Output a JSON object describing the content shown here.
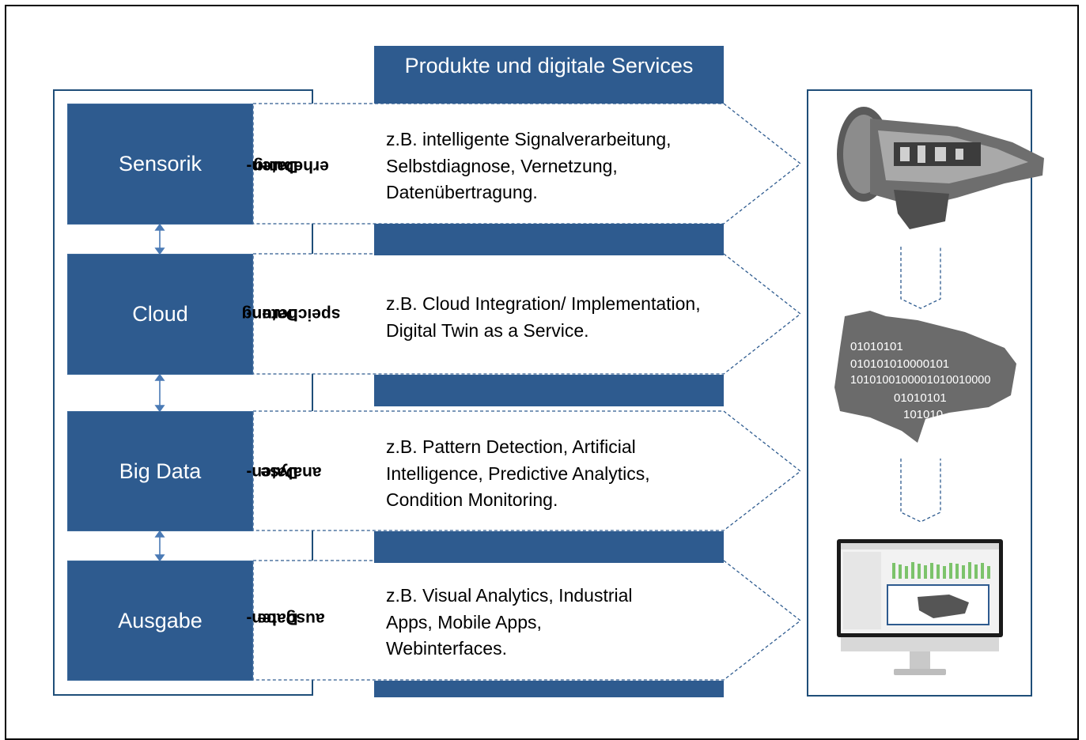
{
  "header": {
    "title": "Produkte und digitale Services"
  },
  "layers": [
    {
      "name": "Sensorik",
      "label_line1": "Daten-",
      "label_line2": "erhebung",
      "desc": [
        "z.B. intelligente Signalverarbeitung,",
        "Selbstdiagnose, Vernetzung,",
        "Datenübertragung."
      ]
    },
    {
      "name": "Cloud",
      "label_line1": "Daten-",
      "label_line2": "speicherung",
      "desc": [
        "z.B. Cloud Integration/ Implementation,",
        "Digital Twin as a Service."
      ]
    },
    {
      "name": "Big Data",
      "label_line1": "Daten-",
      "label_line2": "analyse",
      "desc": [
        "z.B. Pattern Detection, Artificial",
        "Intelligence, Predictive Analytics,",
        "Condition Monitoring."
      ]
    },
    {
      "name": "Ausgabe",
      "label_line1": "Daten-",
      "label_line2": "ausgabe",
      "desc": [
        "z.B. Visual Analytics, Industrial",
        "Apps, Mobile Apps,",
        "Webinterfaces."
      ]
    }
  ],
  "digital_twin_bits": [
    "01010101",
    "010101010000101",
    "1010100100001010010000",
    "01010101",
    "101010"
  ],
  "colors": {
    "primary": "#2e5b8f",
    "border": "#1f4e79",
    "connector": "#4a7ab5"
  },
  "icons": [
    "transmission-image",
    "digital-twin-image",
    "monitor-dashboard-image"
  ]
}
